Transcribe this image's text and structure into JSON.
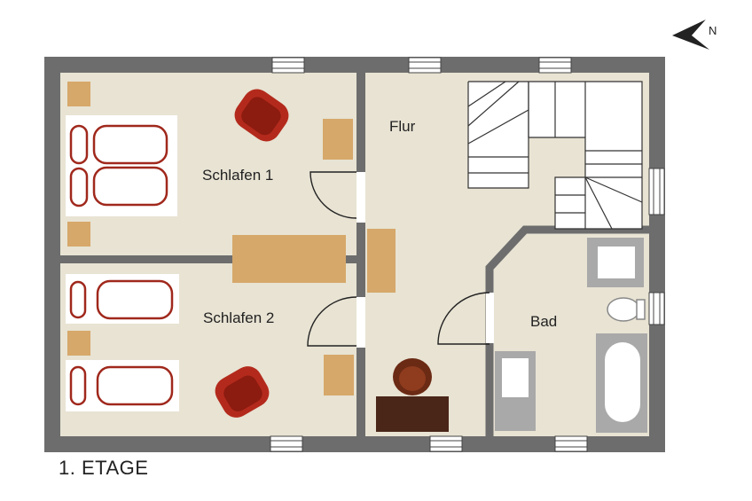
{
  "rooms": {
    "schlafen1": "Schlafen 1",
    "schlafen2": "Schlafen 2",
    "flur": "Flur",
    "bad": "Bad"
  },
  "compass": {
    "label": "N"
  },
  "caption": "1. ETAGE",
  "colors": {
    "wall": "#6d6d6d",
    "floor": "#e8e3d3",
    "furniture_wood": "#d6a86a",
    "chair_red": "#b32a1c",
    "bed_white": "#ffffff",
    "bed_outline": "#a0281c",
    "bath_fixture": "#a9a9a9",
    "desk_dark": "#4a2618"
  }
}
